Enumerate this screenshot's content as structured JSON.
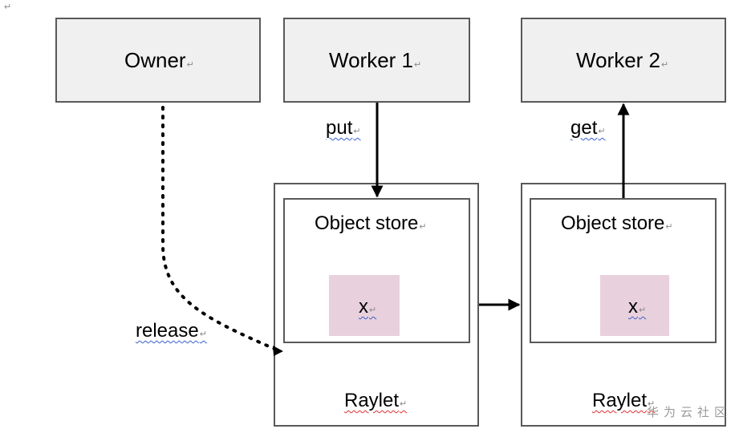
{
  "paragraph_mark": "↵",
  "owner": {
    "label": "Owner"
  },
  "worker1": {
    "label": "Worker 1"
  },
  "worker2": {
    "label": "Worker 2"
  },
  "node1": {
    "store_label": "Object store",
    "object_label": "x",
    "raylet_label": "Raylet"
  },
  "node2": {
    "store_label": "Object store",
    "object_label": "x",
    "raylet_label": "Raylet"
  },
  "edges": {
    "put": "put",
    "get": "get",
    "release": "release"
  },
  "watermark": "华为云社区",
  "colors": {
    "box_fill": "#f0f0f0",
    "border": "#595959",
    "object_fill": "#e8d1dc"
  }
}
